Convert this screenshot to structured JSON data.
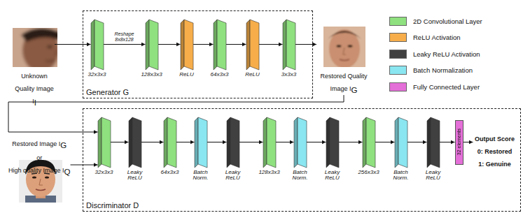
{
  "diagram": {
    "nodes": [
      {
        "text": [
          "Unknown Quality Image I",
          "I"
        ]
      },
      {
        "text": [
          "Generator G"
        ]
      },
      {
        "text": [
          "32x3x3"
        ],
        "in": 1
      },
      {
        "text": [
          "128x3x3"
        ],
        "in": 1
      },
      {
        "text": [
          "ReLU"
        ],
        "in": 1
      },
      {
        "text": [
          "64x3x3"
        ],
        "in": 1
      },
      {
        "text": [
          "ReLU"
        ],
        "in": 1
      },
      {
        "text": [
          "3x3x3"
        ],
        "in": 1
      },
      {
        "text": [
          "Restored Quality Image I",
          "G"
        ]
      },
      {
        "text": [
          "Restored Image I",
          "G",
          "or",
          "High quality Image I",
          "Q"
        ]
      },
      {
        "text": [
          "Discriminator D"
        ]
      },
      {
        "text": [
          "32x3x3"
        ],
        "in": 10
      },
      {
        "text": [
          "Leaky ReLU"
        ],
        "in": 10
      },
      {
        "text": [
          "64x3x3"
        ],
        "in": 10
      },
      {
        "text": [
          "Batch Norm."
        ],
        "in": 10
      },
      {
        "text": [
          "Leaky ReLU"
        ],
        "in": 10
      },
      {
        "text": [
          "128x3x3"
        ],
        "in": 10
      },
      {
        "text": [
          "Batch Norm."
        ],
        "in": 10
      },
      {
        "text": [
          "Leaky ReLU"
        ],
        "in": 10
      },
      {
        "text": [
          "256x3x3"
        ],
        "in": 10
      },
      {
        "text": [
          "Batch Norm."
        ],
        "in": 10
      },
      {
        "text": [
          "Leaky ReLU"
        ],
        "in": 10
      },
      {
        "text": [
          "32 elements"
        ],
        "in": 10
      },
      {
        "text": [
          "Output Score",
          "0: Restored",
          "1: Genuine"
        ],
        "in": 10
      }
    ],
    "edges": [
      {
        "from": 0,
        "to": 2,
        "arrow": "to"
      },
      {
        "from": 2,
        "to": 3,
        "label": "Reshape 8x8x128",
        "arrow": "to"
      },
      {
        "from": 3,
        "to": 4,
        "arrow": "to"
      },
      {
        "from": 4,
        "to": 5,
        "arrow": "to"
      },
      {
        "from": 5,
        "to": 6,
        "arrow": "to"
      },
      {
        "from": 6,
        "to": 7,
        "arrow": "to"
      },
      {
        "from": 7,
        "to": 8,
        "arrow": "to"
      },
      {
        "from": 8,
        "to": 11,
        "arrow": "to"
      },
      {
        "from": 9,
        "to": 11,
        "arrow": "to"
      },
      {
        "from": 11,
        "to": 12,
        "arrow": "to"
      },
      {
        "from": 12,
        "to": 13,
        "arrow": "to"
      },
      {
        "from": 13,
        "to": 14,
        "arrow": "to"
      },
      {
        "from": 14,
        "to": 15,
        "arrow": "to"
      },
      {
        "from": 15,
        "to": 16,
        "arrow": "to"
      },
      {
        "from": 16,
        "to": 17,
        "arrow": "to"
      },
      {
        "from": 17,
        "to": 18,
        "arrow": "to"
      },
      {
        "from": 18,
        "to": 19,
        "arrow": "to"
      },
      {
        "from": 19,
        "to": 20,
        "arrow": "to"
      },
      {
        "from": 20,
        "to": 21,
        "arrow": "to"
      },
      {
        "from": 21,
        "to": 22,
        "arrow": "to"
      },
      {
        "from": 22,
        "to": 23,
        "arrow": "to"
      }
    ],
    "legend": [
      {
        "text": "2D Convolutional Layer",
        "color": "#8fe07f"
      },
      {
        "text": "ReLU Activation",
        "color": "#f7ae4a"
      },
      {
        "text": "Leaky ReLU Activation",
        "color": "#404040"
      },
      {
        "text": "Batch Normalization",
        "color": "#8ae6f0"
      },
      {
        "text": "Fully Connected Layer",
        "color": "#e46fd8"
      }
    ]
  }
}
